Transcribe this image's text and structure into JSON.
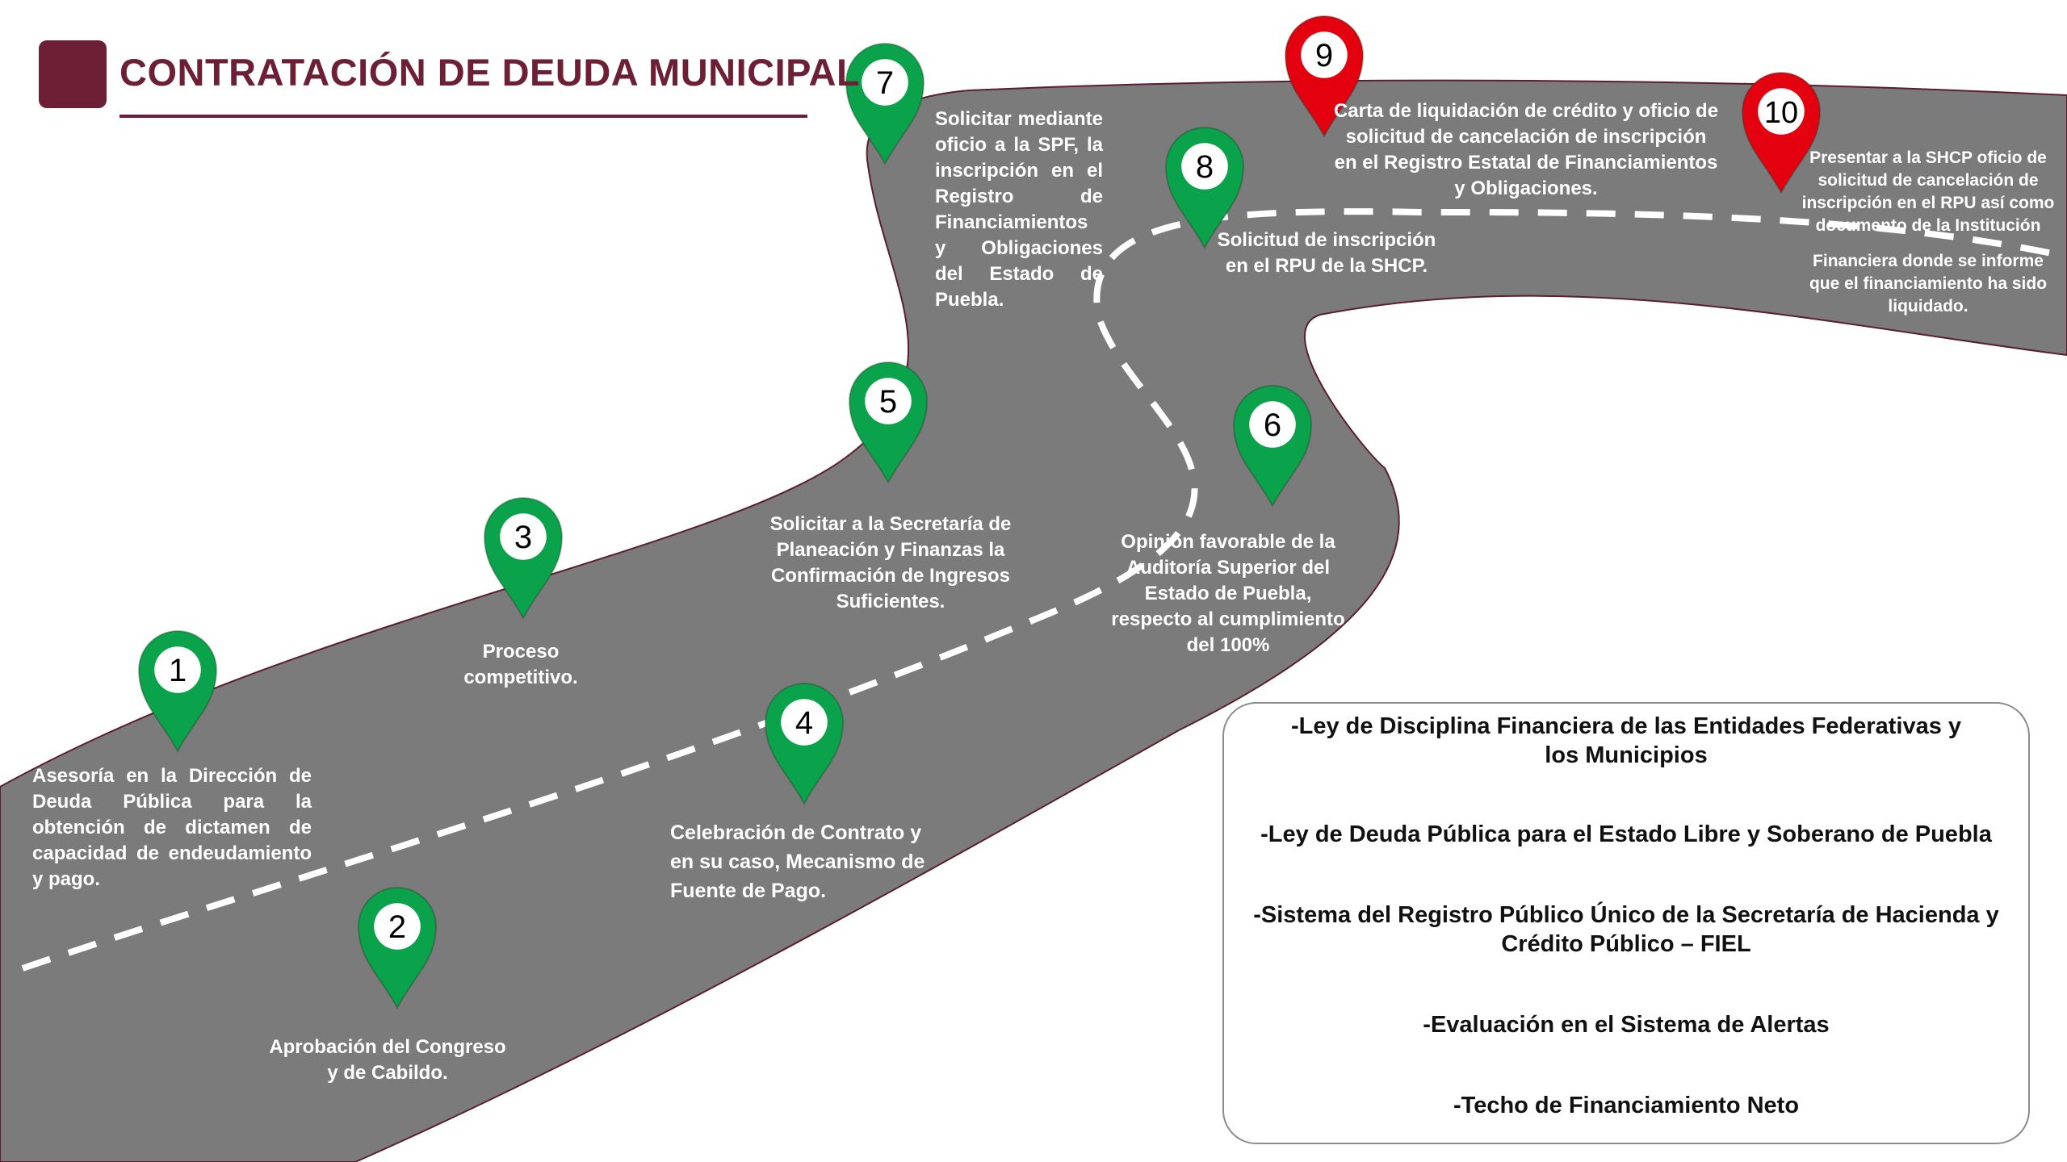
{
  "title": "CONTRATACIÓN DE DEUDA MUNICIPAL",
  "colors": {
    "brand": "#6d1f35",
    "road": "#7b7b7b",
    "road_edge": "#5a1e2c",
    "pin_green": "#0aa24a",
    "pin_red": "#e3000f",
    "text_on_road": "#ffffff"
  },
  "steps": [
    {
      "number": "1",
      "color": "green",
      "text": "Asesoría en la Dirección de Deuda Pública para la obtención de dictamen de capacidad de endeudamiento y pago."
    },
    {
      "number": "2",
      "color": "green",
      "text": "Aprobación del Congreso y de Cabildo."
    },
    {
      "number": "3",
      "color": "green",
      "text": "Proceso competitivo."
    },
    {
      "number": "4",
      "color": "green",
      "text": "Celebración de Contrato y en su caso, Mecanismo de Fuente de Pago."
    },
    {
      "number": "5",
      "color": "green",
      "text": "Solicitar a la Secretaría de Planeación y Finanzas la Confirmación de Ingresos Suficientes."
    },
    {
      "number": "6",
      "color": "green",
      "text": "Opinión favorable de la Auditoría Superior del Estado de Puebla, respecto al cumplimiento del 100%"
    },
    {
      "number": "7",
      "color": "green",
      "text": "Solicitar mediante oficio a la SPF, la inscripción en el Registro de Financiamientos y Obligaciones del Estado de Puebla."
    },
    {
      "number": "8",
      "color": "green",
      "text": "Solicitud de inscripción en el RPU de la SHCP."
    },
    {
      "number": "9",
      "color": "red",
      "text": "Carta de liquidación de crédito y oficio de solicitud de cancelación de inscripción en el Registro Estatal de Financiamientos y Obligaciones."
    },
    {
      "number": "10",
      "color": "red",
      "text": "Presentar a la SHCP oficio de solicitud de cancelación de inscripción en el RPU así como documento de la Institución",
      "text2": "Financiera donde se informe que el financiamiento ha sido liquidado."
    }
  ],
  "legal_framework": [
    "-Ley de Disciplina Financiera de las Entidades Federativas y los Municipios",
    "-Ley de Deuda Pública para el Estado Libre y Soberano de Puebla",
    "-Sistema del Registro Público Único de la Secretaría de Hacienda y Crédito Público – FIEL",
    "-Evaluación en el Sistema de Alertas",
    "-Techo de Financiamiento Neto"
  ]
}
